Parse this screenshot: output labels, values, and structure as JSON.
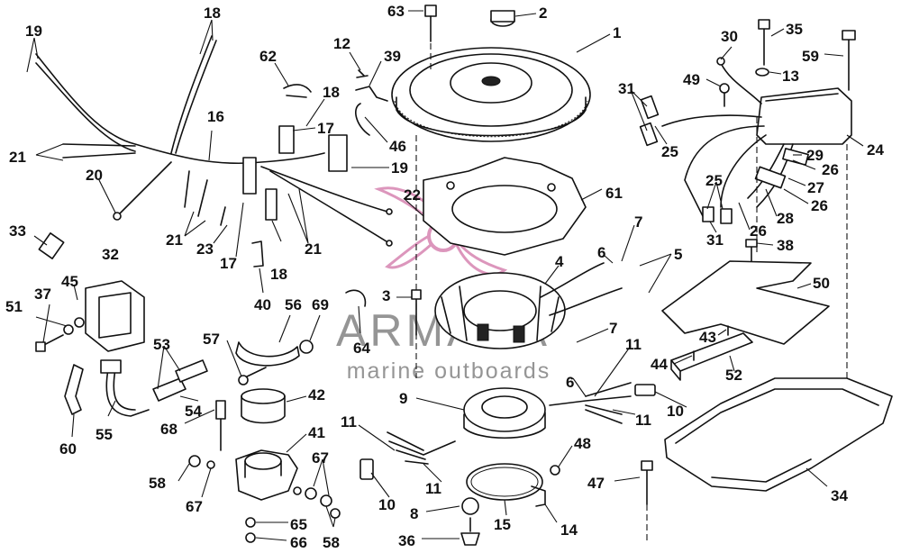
{
  "watermark": {
    "brand": "ARMADA",
    "tagline": "marine outboards",
    "color": "#d98bb5"
  },
  "callouts": [
    {
      "id": "c63",
      "text": "63"
    },
    {
      "id": "c2",
      "text": "2"
    },
    {
      "id": "c1",
      "text": "1"
    },
    {
      "id": "c18a",
      "text": "18"
    },
    {
      "id": "c19a",
      "text": "19"
    },
    {
      "id": "c12",
      "text": "12"
    },
    {
      "id": "c39",
      "text": "39"
    },
    {
      "id": "c62",
      "text": "62"
    },
    {
      "id": "c18b",
      "text": "18"
    },
    {
      "id": "c16",
      "text": "16"
    },
    {
      "id": "c17a",
      "text": "17"
    },
    {
      "id": "c46",
      "text": "46"
    },
    {
      "id": "c21a",
      "text": "21"
    },
    {
      "id": "c20",
      "text": "20"
    },
    {
      "id": "c19b",
      "text": "19"
    },
    {
      "id": "c22",
      "text": "22"
    },
    {
      "id": "c61",
      "text": "61"
    },
    {
      "id": "c21b",
      "text": "21"
    },
    {
      "id": "c23",
      "text": "23"
    },
    {
      "id": "c17b",
      "text": "17"
    },
    {
      "id": "c18c",
      "text": "18"
    },
    {
      "id": "c21c",
      "text": "21"
    },
    {
      "id": "c33",
      "text": "33"
    },
    {
      "id": "c32",
      "text": "32"
    },
    {
      "id": "c45",
      "text": "45"
    },
    {
      "id": "c37",
      "text": "37"
    },
    {
      "id": "c51",
      "text": "51"
    },
    {
      "id": "c40",
      "text": "40"
    },
    {
      "id": "c56",
      "text": "56"
    },
    {
      "id": "c69",
      "text": "69"
    },
    {
      "id": "c3",
      "text": "3"
    },
    {
      "id": "c4",
      "text": "4"
    },
    {
      "id": "c7a",
      "text": "7"
    },
    {
      "id": "c6a",
      "text": "6"
    },
    {
      "id": "c5",
      "text": "5"
    },
    {
      "id": "c57",
      "text": "57"
    },
    {
      "id": "c53",
      "text": "53"
    },
    {
      "id": "c64",
      "text": "64"
    },
    {
      "id": "c7b",
      "text": "7"
    },
    {
      "id": "c11a",
      "text": "11"
    },
    {
      "id": "c6b",
      "text": "6"
    },
    {
      "id": "c42",
      "text": "42"
    },
    {
      "id": "c9",
      "text": "9"
    },
    {
      "id": "c60",
      "text": "60"
    },
    {
      "id": "c55",
      "text": "55"
    },
    {
      "id": "c54",
      "text": "54"
    },
    {
      "id": "c68",
      "text": "68"
    },
    {
      "id": "c41",
      "text": "41"
    },
    {
      "id": "c11b",
      "text": "11"
    },
    {
      "id": "c10a",
      "text": "10"
    },
    {
      "id": "c11c",
      "text": "11"
    },
    {
      "id": "c58a",
      "text": "58"
    },
    {
      "id": "c67a",
      "text": "67"
    },
    {
      "id": "c67b",
      "text": "67"
    },
    {
      "id": "c11d",
      "text": "11"
    },
    {
      "id": "c10b",
      "text": "10"
    },
    {
      "id": "c48",
      "text": "48"
    },
    {
      "id": "c8",
      "text": "8"
    },
    {
      "id": "c15",
      "text": "15"
    },
    {
      "id": "c14",
      "text": "14"
    },
    {
      "id": "c65",
      "text": "65"
    },
    {
      "id": "c58b",
      "text": "58"
    },
    {
      "id": "c66",
      "text": "66"
    },
    {
      "id": "c36",
      "text": "36"
    },
    {
      "id": "c47",
      "text": "47"
    },
    {
      "id": "c34",
      "text": "34"
    },
    {
      "id": "c30",
      "text": "30"
    },
    {
      "id": "c35",
      "text": "35"
    },
    {
      "id": "c59",
      "text": "59"
    },
    {
      "id": "c13",
      "text": "13"
    },
    {
      "id": "c49",
      "text": "49"
    },
    {
      "id": "c31a",
      "text": "31"
    },
    {
      "id": "c25a",
      "text": "25"
    },
    {
      "id": "c24",
      "text": "24"
    },
    {
      "id": "c29",
      "text": "29"
    },
    {
      "id": "c26a",
      "text": "26"
    },
    {
      "id": "c27",
      "text": "27"
    },
    {
      "id": "c25b",
      "text": "25"
    },
    {
      "id": "c26b",
      "text": "26"
    },
    {
      "id": "c28",
      "text": "28"
    },
    {
      "id": "c26c",
      "text": "26"
    },
    {
      "id": "c31b",
      "text": "31"
    },
    {
      "id": "c38",
      "text": "38"
    },
    {
      "id": "c50",
      "text": "50"
    },
    {
      "id": "c43",
      "text": "43"
    },
    {
      "id": "c44",
      "text": "44"
    },
    {
      "id": "c52",
      "text": "52"
    }
  ]
}
